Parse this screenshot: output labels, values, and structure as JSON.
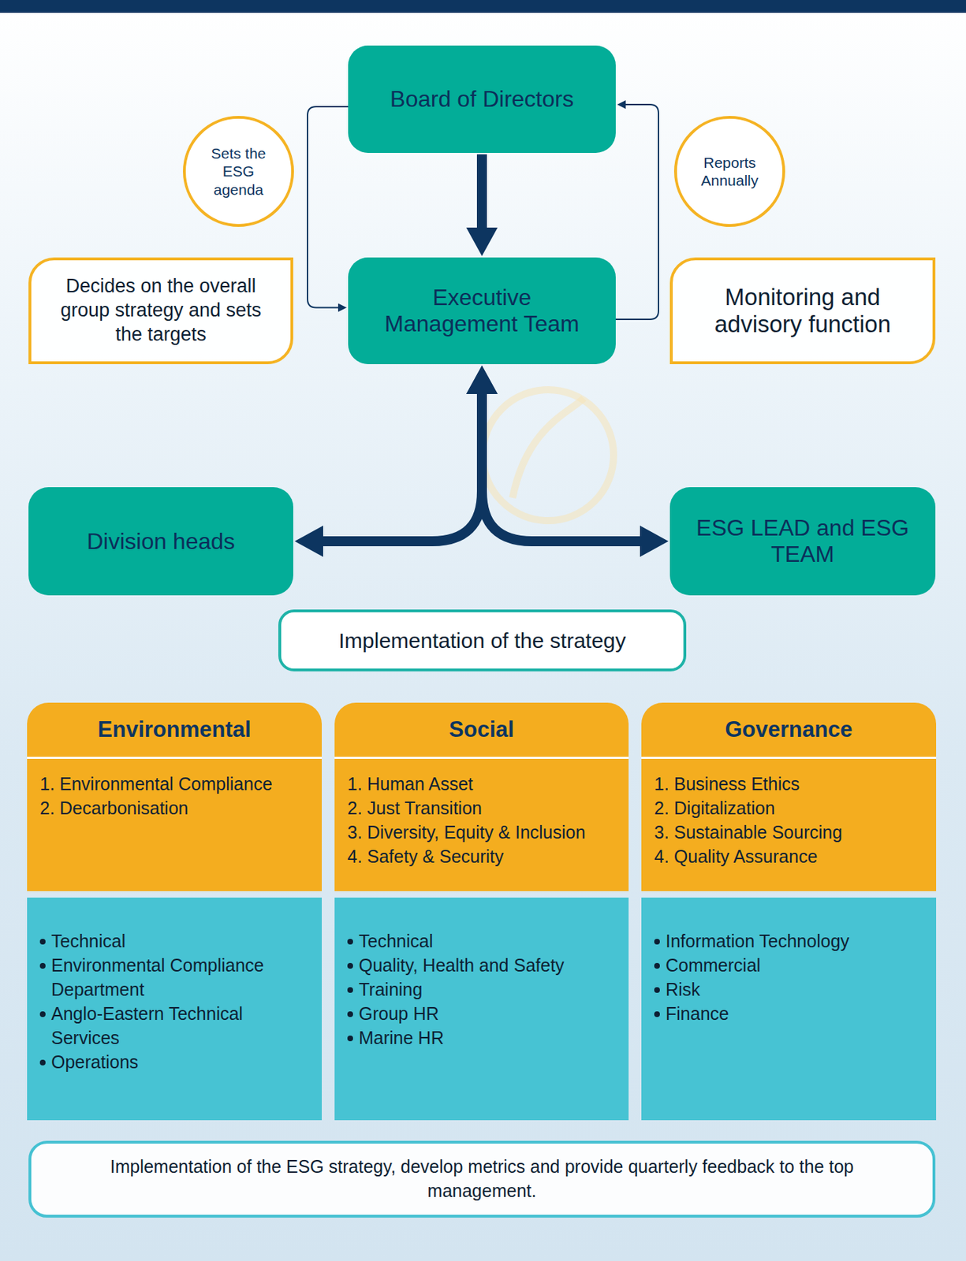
{
  "diagram": {
    "nodes": [
      {
        "text": [
          "Board of Directors"
        ]
      },
      {
        "text": [
          "Sets the ESG agenda"
        ]
      },
      {
        "text": [
          "Reports Annually"
        ]
      },
      {
        "text": [
          "Decides on the overall group strategy and sets the targets"
        ]
      },
      {
        "text": [
          "Executive Management Team"
        ]
      },
      {
        "text": [
          "Monitoring and advisory function"
        ]
      },
      {
        "text": [
          "Division heads"
        ]
      },
      {
        "text": [
          "ESG LEAD and ESG TEAM"
        ]
      },
      {
        "text": [
          "Implementation of the strategy"
        ]
      },
      {
        "text": [
          "Environmental",
          "1. Environmental Compliance",
          "2. Decarbonisation"
        ]
      },
      {
        "text": [
          "Social",
          "1. Human Asset",
          "2. Just Transition",
          "3. Diversity, Equity & Inclusion",
          "4. Safety & Security"
        ]
      },
      {
        "text": [
          "Governance",
          "1. Business Ethics",
          "2. Digitalization",
          "3. Sustainable Sourcing",
          "4. Quality Assurance"
        ]
      },
      {
        "text": [
          "Technical",
          "Environmental Compliance Department",
          "Anglo-Eastern Technical Services",
          "Operations"
        ]
      },
      {
        "text": [
          "Technical",
          "Quality, Health and Safety",
          "Training",
          "Group HR",
          "Marine HR"
        ]
      },
      {
        "text": [
          "Information Technology",
          "Commercial",
          "Risk",
          "Finance"
        ]
      },
      {
        "text": [
          "Implementation of the ESG strategy, develop metrics and provide quarterly feedback to the top management."
        ]
      }
    ],
    "edges": [
      {
        "from": 0,
        "to": 4,
        "arrow": "to"
      },
      {
        "from": 0,
        "to": 4,
        "arrow": "to"
      },
      {
        "from": 4,
        "to": 0,
        "arrow": "to"
      },
      {
        "from": 4,
        "to": 6,
        "arrow": "both"
      },
      {
        "from": 4,
        "to": 7,
        "arrow": "both"
      }
    ]
  }
}
